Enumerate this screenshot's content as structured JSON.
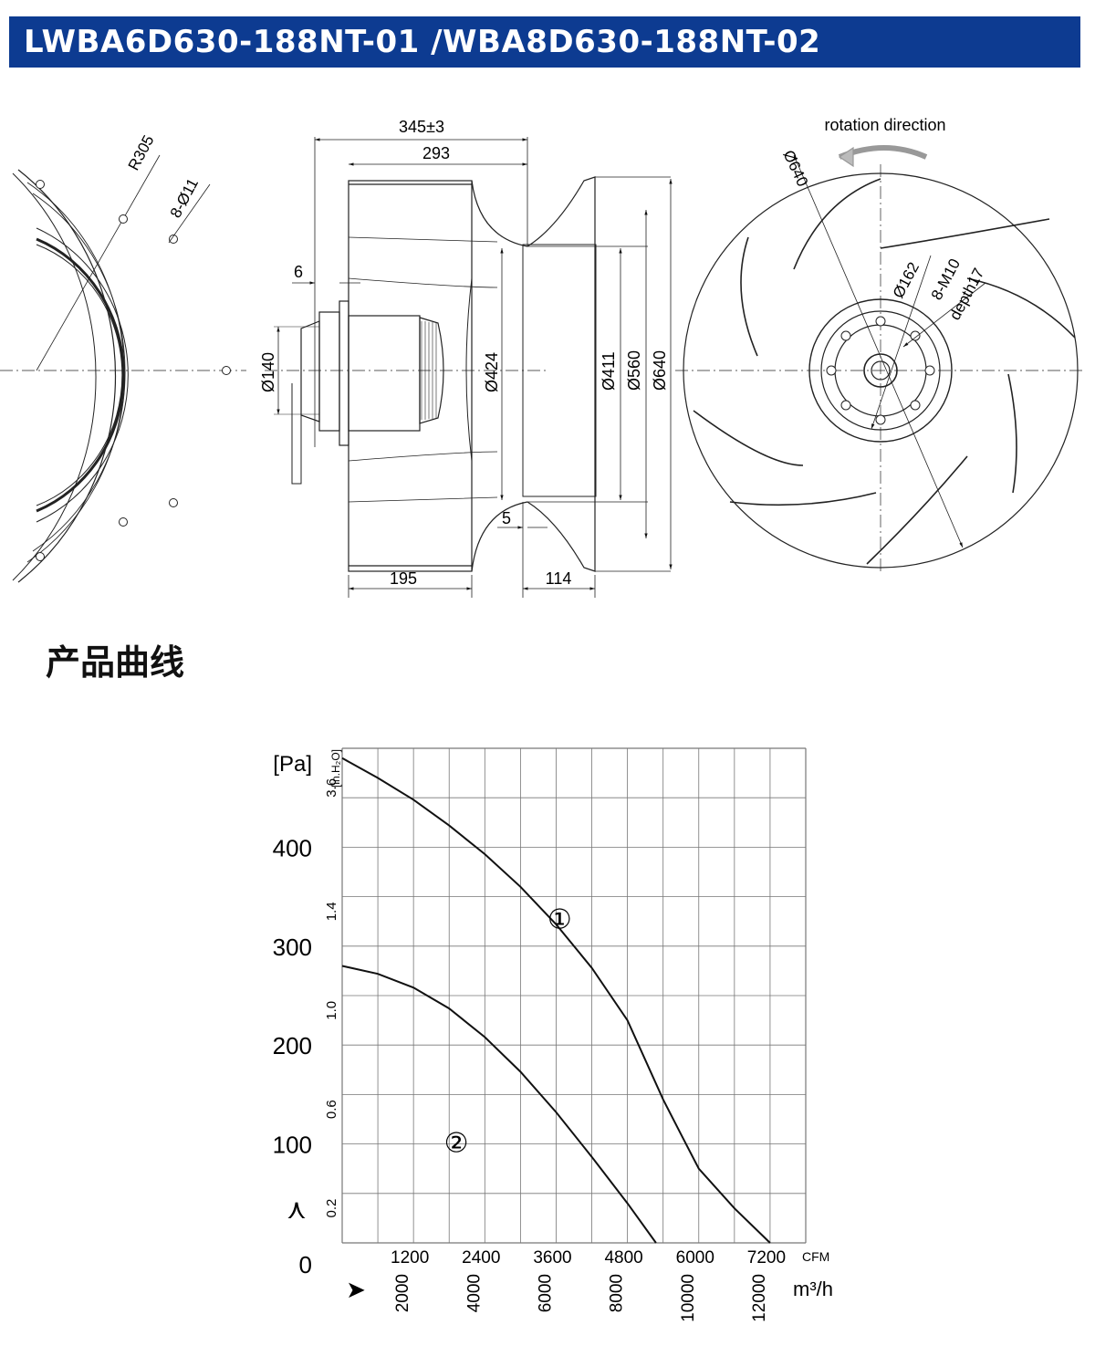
{
  "header": {
    "title": "LWBA6D630-188NT-01 /WBA8D630-188NT-02"
  },
  "drawing": {
    "front_view": {
      "radius_label": "R305",
      "holes_label": "8-Ø11"
    },
    "side_view": {
      "dim_total": "345±3",
      "dim_293": "293",
      "dim_6": "6",
      "dim_140": "Ø140",
      "dim_424": "Ø424",
      "dim_411": "Ø411",
      "dim_560": "Ø560",
      "dim_640": "Ø640",
      "dim_5": "5",
      "dim_195": "195",
      "dim_114": "114"
    },
    "impeller_view": {
      "rotation_label": "rotation direction",
      "dia_640": "Ø640",
      "dia_162": "Ø162",
      "thread_label": "8-M10",
      "depth_label": "depth17"
    }
  },
  "section": {
    "heading": "产品曲线"
  },
  "chart_data": {
    "type": "line",
    "y_unit": "[Pa]",
    "y_unit_alt": "[in.H₂O]",
    "y_ticks": [
      "100",
      "200",
      "300",
      "400"
    ],
    "y_alt_ticks": [
      "0.2",
      "0.6",
      "1.0",
      "1.4",
      "3.6"
    ],
    "y_zero": "0",
    "y_arrow": "⋏",
    "x_ticks_cfm": [
      "1200",
      "2400",
      "3600",
      "4800",
      "6000",
      "7200"
    ],
    "x_unit_cfm": "CFM",
    "x_ticks_m3h": [
      "2000",
      "4000",
      "6000",
      "8000",
      "10000",
      "12000"
    ],
    "x_unit_m3h": "m³/h",
    "x_arrow": "➤",
    "xlim": [
      0,
      12000
    ],
    "ylim": [
      0,
      500
    ],
    "grid": true,
    "series": [
      {
        "name": "①",
        "x": [
          0,
          1000,
          2000,
          3000,
          4000,
          5000,
          6000,
          7000,
          8000,
          9000,
          9500,
          10000,
          11000,
          12000
        ],
        "y": [
          490,
          470,
          448,
          422,
          393,
          360,
          322,
          278,
          225,
          145,
          110,
          75,
          35,
          0
        ]
      },
      {
        "name": "②",
        "x": [
          0,
          1000,
          2000,
          3000,
          4000,
          5000,
          6000,
          7000,
          8000,
          8800
        ],
        "y": [
          280,
          272,
          258,
          237,
          208,
          173,
          132,
          87,
          40,
          0
        ]
      }
    ]
  }
}
